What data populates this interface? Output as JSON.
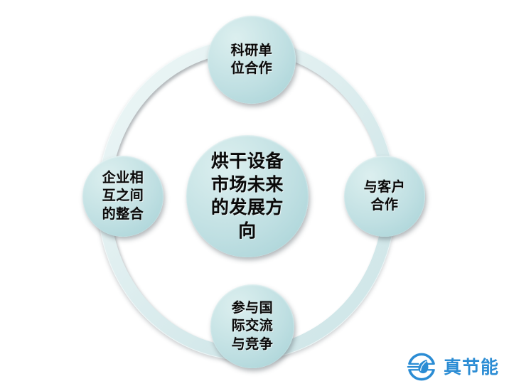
{
  "diagram": {
    "type": "radial-cycle",
    "center": {
      "id": "center",
      "label": "烘干设备\n市场未来\n的发展方\n向",
      "plain_text": "烘干设备市场未来的发展方向"
    },
    "nodes": [
      {
        "id": "top",
        "position": "top",
        "label": "科研单\n位合作",
        "plain_text": "科研单位合作"
      },
      {
        "id": "right",
        "position": "right",
        "label": "与客户\n合作",
        "plain_text": "与客户合作"
      },
      {
        "id": "bottom",
        "position": "bottom",
        "label": "参与国\n际交流\n与竞争",
        "plain_text": "参与国际交流与竞争"
      },
      {
        "id": "left",
        "position": "left",
        "label": "企业相\n互之间\n的整合",
        "plain_text": "企业相互之间的整合"
      }
    ]
  },
  "brand": {
    "name": "真节能",
    "logo_icon": "winged-leaf-circle-icon",
    "color": "#2b8cd4"
  },
  "colors": {
    "background": "#ffffff",
    "ring_fill": "#ddeeee",
    "node_fill_light": "#dcefef",
    "node_fill_dark": "#a6d1d6",
    "text": "#0a0a0a",
    "brand_blue": "#2b8cd4"
  }
}
